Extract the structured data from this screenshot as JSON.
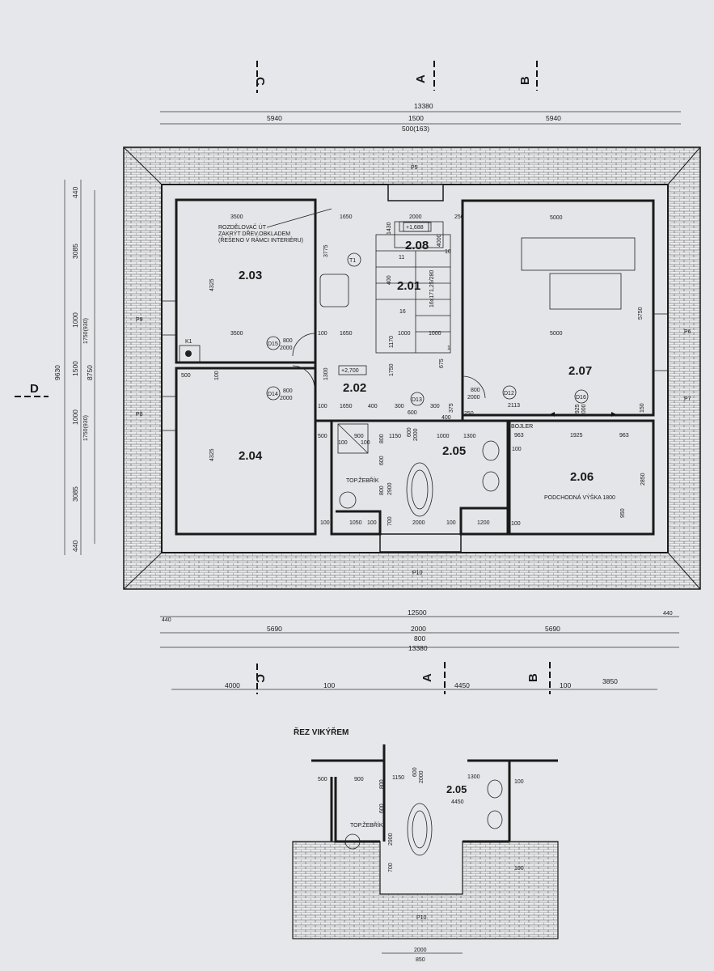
{
  "section_markers": {
    "c": "C",
    "a": "A",
    "b": "B",
    "d": "D"
  },
  "top_dims": {
    "total": "13380",
    "left": "5940",
    "mid": "1500",
    "right": "5940",
    "sub": "500(163)"
  },
  "left_dims": {
    "outer": "9630",
    "inner": "8750",
    "a": [
      "440",
      "3085",
      "1000",
      "1500",
      "1000",
      "3085",
      "440"
    ],
    "b": [
      "1750(930)",
      "1750(930)"
    ]
  },
  "bottom_dims": {
    "row1": [
      "440",
      "12500",
      "440"
    ],
    "row2": [
      "5690",
      "2000",
      "5690"
    ],
    "row3": "800",
    "row4": "13380",
    "row5": [
      "4000",
      "100",
      "4450",
      "100",
      "3850"
    ]
  },
  "roof_labels": [
    "P5",
    "P6",
    "P7",
    "P8",
    "P9",
    "P10"
  ],
  "rooms": {
    "r203": "2.03",
    "r204": "2.04",
    "r202": "2.02",
    "r201": "2.01",
    "r208": "2.08",
    "r207": "2.07",
    "r206": "2.06",
    "r205": "2.05"
  },
  "levels": {
    "l202": "+2,700",
    "l208": "+1,688"
  },
  "notes": {
    "rozdelovac": [
      "ROZDĚLOVAČ ÚT",
      "ZAKRÝT DŘEV.OBKLADEM",
      "(ŘEŠENO V RÁMCI INTERIÉRU)"
    ],
    "k1": "K1",
    "t1": "T1",
    "top_zebrik": "TOP.ŽEBŘÍK",
    "bojler": "BOJLER",
    "podchodna": "PODCHODNÁ VÝŠKA 1800"
  },
  "doors": {
    "d12": "D12",
    "d13": "D13",
    "d14": "D14",
    "d15": "D15",
    "d16": "D16"
  },
  "room_dims": {
    "r203": [
      "3500",
      "4325",
      "3500"
    ],
    "r204": [
      "500",
      "4325",
      "100"
    ],
    "r202": [
      "1650",
      "3775",
      "1650",
      "1300",
      "1650",
      "100",
      "100",
      "400",
      "300",
      "600",
      "300",
      "1750",
      "1170",
      "1000",
      "675",
      "375",
      "400"
    ],
    "door": [
      "800",
      "2000"
    ],
    "stair": [
      "2000",
      "1430",
      "4000",
      "10",
      "11",
      "400",
      "16",
      "16x171,25/280",
      "1000",
      "1",
      "250"
    ],
    "r207": [
      "5000",
      "5000",
      "5750",
      "2113",
      "250",
      "1925",
      "2000",
      "150"
    ],
    "r206": [
      "963",
      "1925",
      "963",
      "2850",
      "950",
      "100"
    ],
    "r205": [
      "500",
      "900",
      "100",
      "100",
      "800",
      "1150",
      "600",
      "2000",
      "1000",
      "1300",
      "600",
      "800",
      "2900",
      "700",
      "2000",
      "100",
      "1200",
      "100",
      "1050",
      "100",
      "100"
    ]
  },
  "section": {
    "title": "ŘEZ VIKÝŘEM",
    "room": "2.05",
    "dims": [
      "500",
      "900",
      "800",
      "1150",
      "600",
      "2000",
      "1300",
      "4450",
      "100",
      "600",
      "2900",
      "700",
      "100"
    ],
    "bottom": [
      "2000",
      "850"
    ],
    "roof": "P10",
    "top_zebrik": "TOP.ŽEBŘÍK"
  }
}
